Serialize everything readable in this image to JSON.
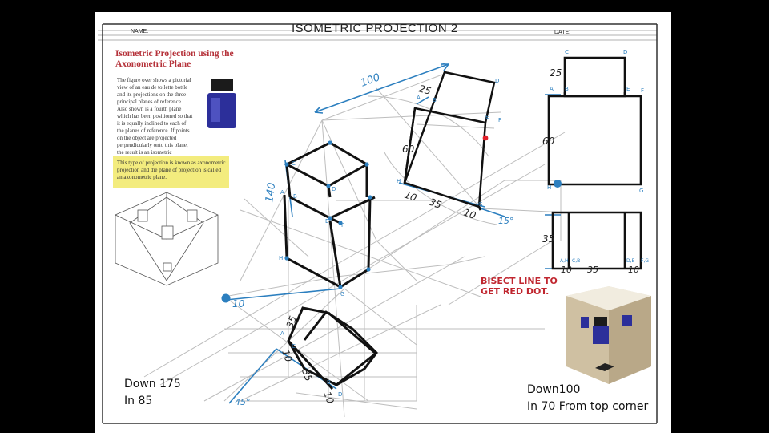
{
  "sheet": {
    "title": "ISOMETRIC  PROJECTION  2",
    "name_label": "NAME:",
    "date_label": "DATE:"
  },
  "textbook": {
    "heading": "Isometric Projection using the Axonometric Plane",
    "paragraph": "The figure over shows a pictorial view of an eau de toilette bottle and its projections on the three principal planes of reference. Also shown is a fourth plane which has been positioned so that it is equally inclined to each of the planes of reference. If points on the object are projected perpendicularly onto this plane, the result is an isometric projection.",
    "highlight": "This type of projection is known as axonometric projection and the plane of projection is called an axonometric plane."
  },
  "dimensions": {
    "iso_100": "100",
    "iso_25": "25",
    "iso_60": "60",
    "iso_140": "140",
    "iso_10": "10",
    "iso_35": "35",
    "iso_10b": "10",
    "plan_10": "10",
    "plan_35a": "35",
    "plan_10b": "10",
    "plan_35b": "35",
    "plan_10c": "10",
    "ortho_25": "25",
    "ortho_60": "60",
    "ortho_35": "35",
    "ortho_10a": "10",
    "ortho_35b": "35",
    "ortho_10b": "10",
    "angle_15": "15°",
    "angle_45": "45°"
  },
  "point_labels": {
    "iso_A": "A",
    "iso_B": "B",
    "iso_C": "C",
    "iso_D": "D",
    "iso_E": "E",
    "iso_F": "F",
    "iso_H": "H",
    "iso_G": "G",
    "iso_A2": "A",
    "iso_B2": "B",
    "iso_C2": "C",
    "iso_D2": "D",
    "iso_E2": "E",
    "iso_F2": "F",
    "iso_H2": "H",
    "iso_G2": "G",
    "plan_A": "A",
    "plan_C": "C",
    "plan_B": "B",
    "plan_D": "D",
    "ortho_A": "A",
    "ortho_B": "B",
    "ortho_C": "C",
    "ortho_D": "D",
    "ortho_E": "E",
    "ortho_F": "F",
    "ortho_H": "H",
    "ortho_G": "G",
    "ortho_AH": "A,H",
    "ortho_CB": "C,B",
    "ortho_DE": "D,E",
    "ortho_FG": "F,G"
  },
  "notes": {
    "bisect": "BISECT LINE TO GET RED DOT.",
    "down175": "Down 175",
    "in85": "In 85",
    "down100": "Down100",
    "in70": "In 70  From top corner"
  },
  "colors": {
    "accent_blue": "#2c7fbf",
    "construction": "#b8b8b8",
    "red_dot": "#e0202a",
    "heading_red": "#b5323a"
  }
}
